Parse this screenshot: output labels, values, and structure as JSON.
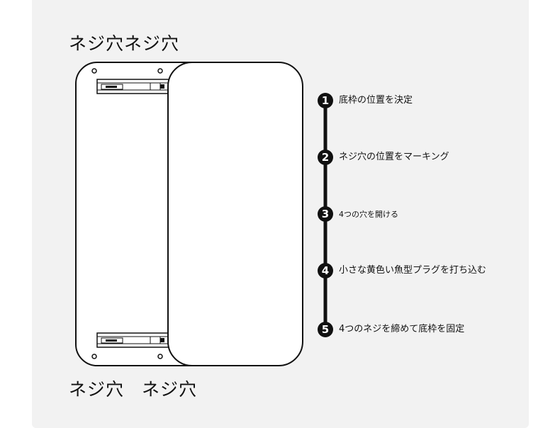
{
  "labels": {
    "top": "ネジ穴ネジ穴",
    "bottom_left": "ネジ穴",
    "bottom_right": "ネジ穴"
  },
  "steps": [
    {
      "number": "1",
      "text": "底枠の位置を決定"
    },
    {
      "number": "2",
      "text": "ネジ穴の位置をマーキング"
    },
    {
      "number": "3",
      "text": "4つの穴を開ける"
    },
    {
      "number": "4",
      "text": "小さな黄色い魚型プラグを打ち込む"
    },
    {
      "number": "5",
      "text": "4つのネジを締めて底枠を固定"
    }
  ]
}
